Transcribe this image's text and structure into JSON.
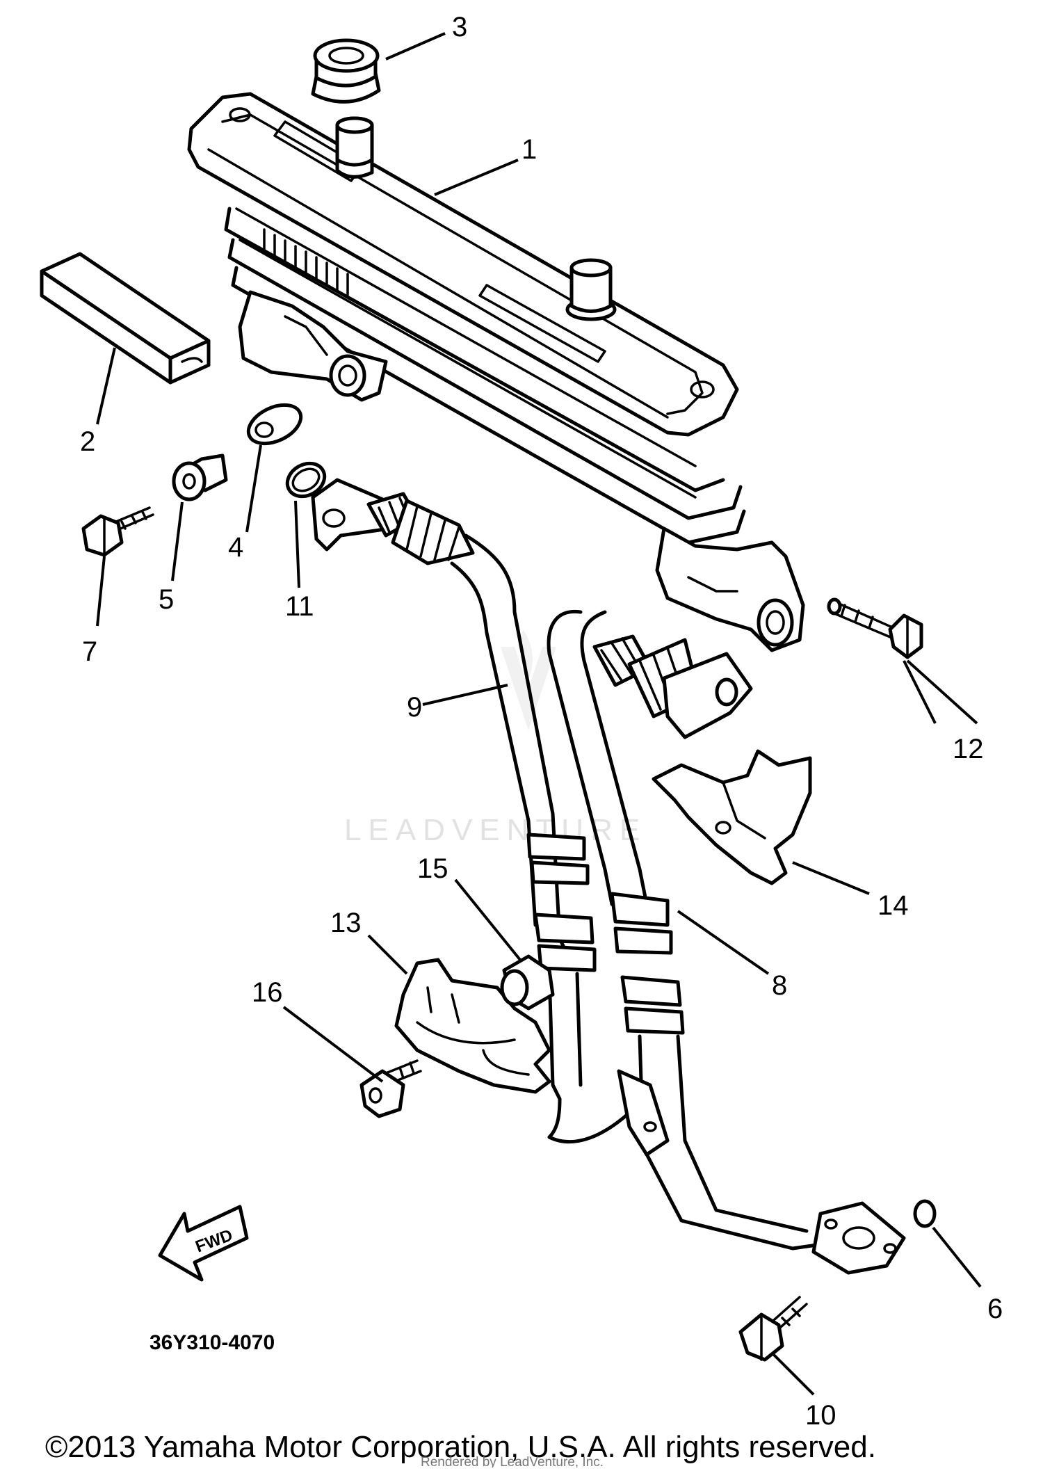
{
  "diagram": {
    "watermark": "LEADVENTURE",
    "part_code": "36Y310-4070",
    "fwd_label": "FWD",
    "callouts": [
      "1",
      "2",
      "3",
      "4",
      "5",
      "6",
      "7",
      "8",
      "9",
      "10",
      "11",
      "12",
      "13",
      "14",
      "15",
      "16"
    ]
  },
  "footer": {
    "copyright": "©2013 Yamaha Motor Corporation, U.S.A. All rights reserved.",
    "rendered_by": "Rendered by LeadVenture, Inc."
  }
}
